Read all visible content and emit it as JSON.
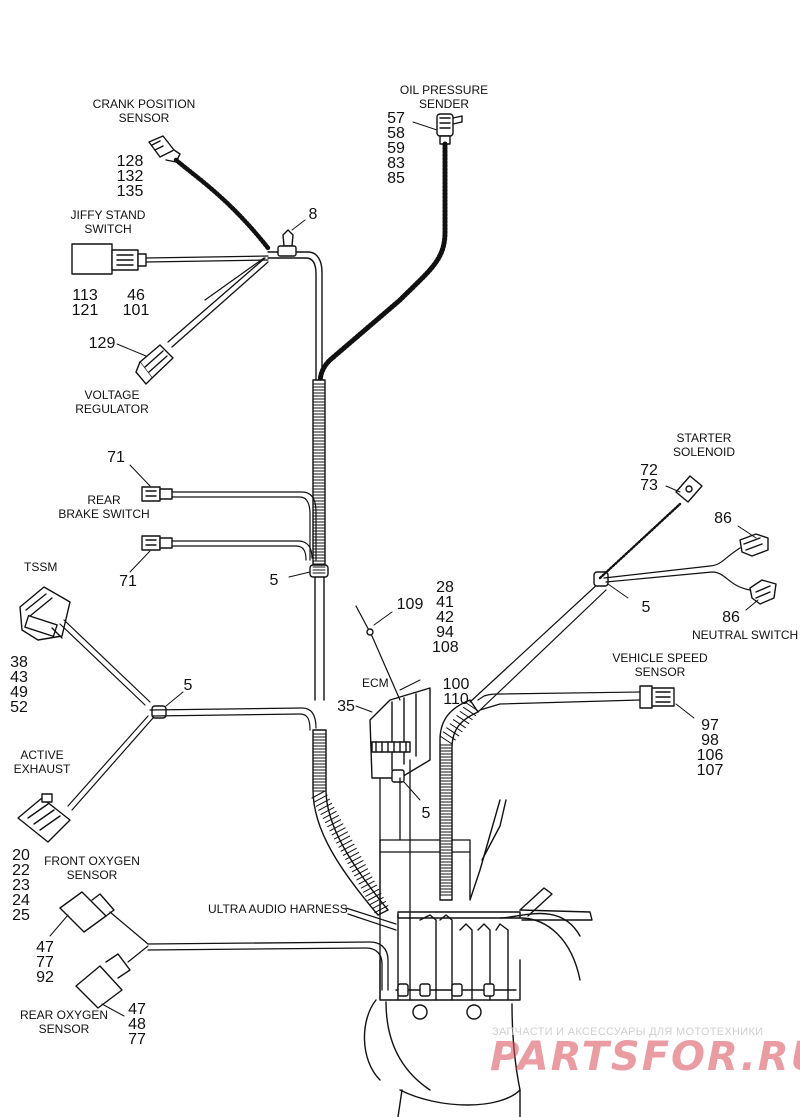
{
  "labels": {
    "crank_position_sensor": [
      "CRANK POSITION",
      "SENSOR"
    ],
    "oil_pressure_sender": [
      "OIL PRESSURE",
      "SENDER"
    ],
    "jiffy_stand_switch": [
      "JIFFY STAND",
      "SWITCH"
    ],
    "voltage_regulator": [
      "VOLTAGE",
      "REGULATOR"
    ],
    "rear_brake_switch": [
      "REAR",
      "BRAKE SWITCH"
    ],
    "tssm": "TSSM",
    "active_exhaust": [
      "ACTIVE",
      "EXHAUST"
    ],
    "front_oxygen_sensor": [
      "FRONT OXYGEN",
      "SENSOR"
    ],
    "rear_oxygen_sensor": [
      "REAR OXYGEN",
      "SENSOR"
    ],
    "ultra_audio_harness": "ULTRA AUDIO HARNESS",
    "ecm": "ECM",
    "starter_solenoid": [
      "STARTER",
      "SOLENOID"
    ],
    "neutral_switch": "NEUTRAL SWITCH",
    "vehicle_speed_sensor": [
      "VEHICLE SPEED",
      "SENSOR"
    ]
  },
  "callouts": {
    "oil_pressure": [
      "57",
      "58",
      "59",
      "83",
      "85"
    ],
    "crank": [
      "128",
      "132",
      "135"
    ],
    "clip_top": [
      "8"
    ],
    "jiffy_left": [
      "113",
      "121"
    ],
    "jiffy_right": [
      "46",
      "101"
    ],
    "voltage_regulator": [
      "129"
    ],
    "rear_brake_top": [
      "71"
    ],
    "rear_brake_bottom": [
      "71"
    ],
    "clip_mid": [
      "5"
    ],
    "ecm_parts": [
      "28",
      "41",
      "42",
      "94",
      "108"
    ],
    "ecm_wire": [
      "109"
    ],
    "ecm_side": [
      "100",
      "110"
    ],
    "ecm": [
      "35"
    ],
    "ecm_clip": [
      "5"
    ],
    "tssm": [
      "38",
      "43",
      "49",
      "52"
    ],
    "clip_left": [
      "5"
    ],
    "active_exhaust": [
      "20",
      "22",
      "23",
      "24",
      "25"
    ],
    "front_oxygen": [
      "47",
      "77",
      "92"
    ],
    "rear_oxygen": [
      "47",
      "48",
      "77"
    ],
    "starter_solenoid": [
      "72",
      "73"
    ],
    "neutral_top": [
      "86"
    ],
    "neutral_bottom": [
      "86"
    ],
    "clip_right": [
      "5"
    ],
    "vehicle_speed": [
      "97",
      "98",
      "106",
      "107"
    ]
  },
  "watermark": {
    "line1": "ЗАПЧАСТИ И АКСЕССУАРЫ ДЛЯ МОТОТЕХНИКИ",
    "line2": "PARTSFOR.RU"
  }
}
